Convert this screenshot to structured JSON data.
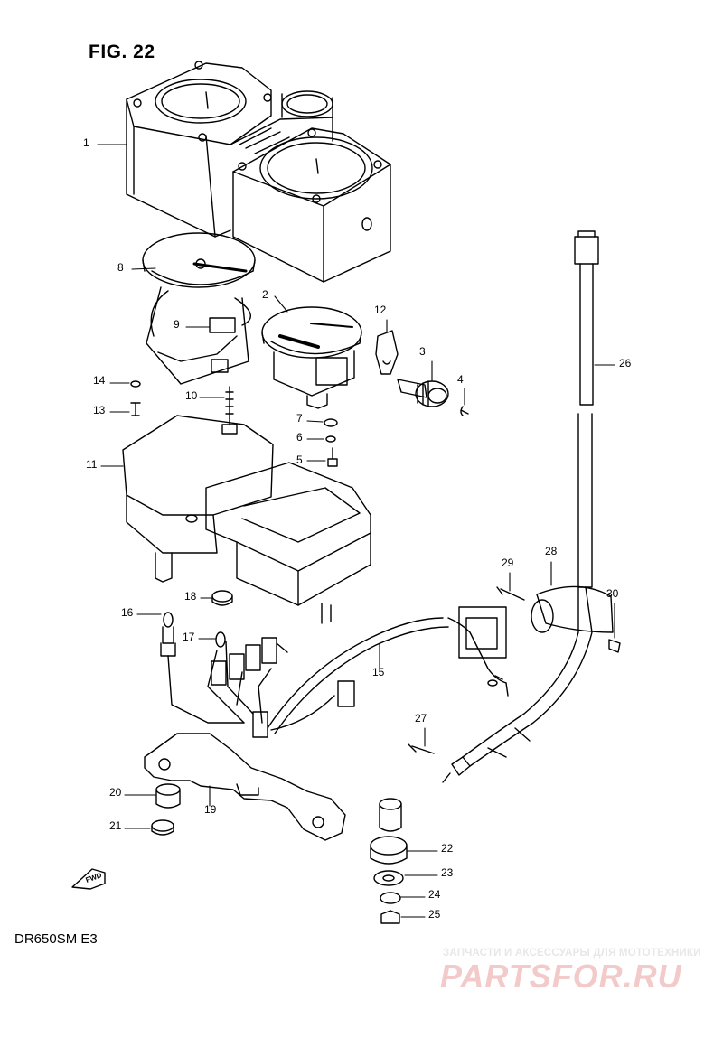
{
  "figure": {
    "title": "FIG. 22",
    "model_code": "DR650SM E3"
  },
  "callouts": [
    "1",
    "2",
    "3",
    "4",
    "5",
    "6",
    "7",
    "8",
    "9",
    "10",
    "11",
    "12",
    "13",
    "14",
    "15",
    "16",
    "17",
    "18",
    "19",
    "20",
    "21",
    "22",
    "23",
    "24",
    "25",
    "26",
    "27",
    "28",
    "29",
    "30"
  ],
  "fwd_label": "FWD",
  "watermark": {
    "top_text": "ЗАПЧАСТИ И АКСЕССУАРЫ ДЛЯ МОТОТЕХНИКИ",
    "logo_text": "PARTSFOR.RU"
  }
}
